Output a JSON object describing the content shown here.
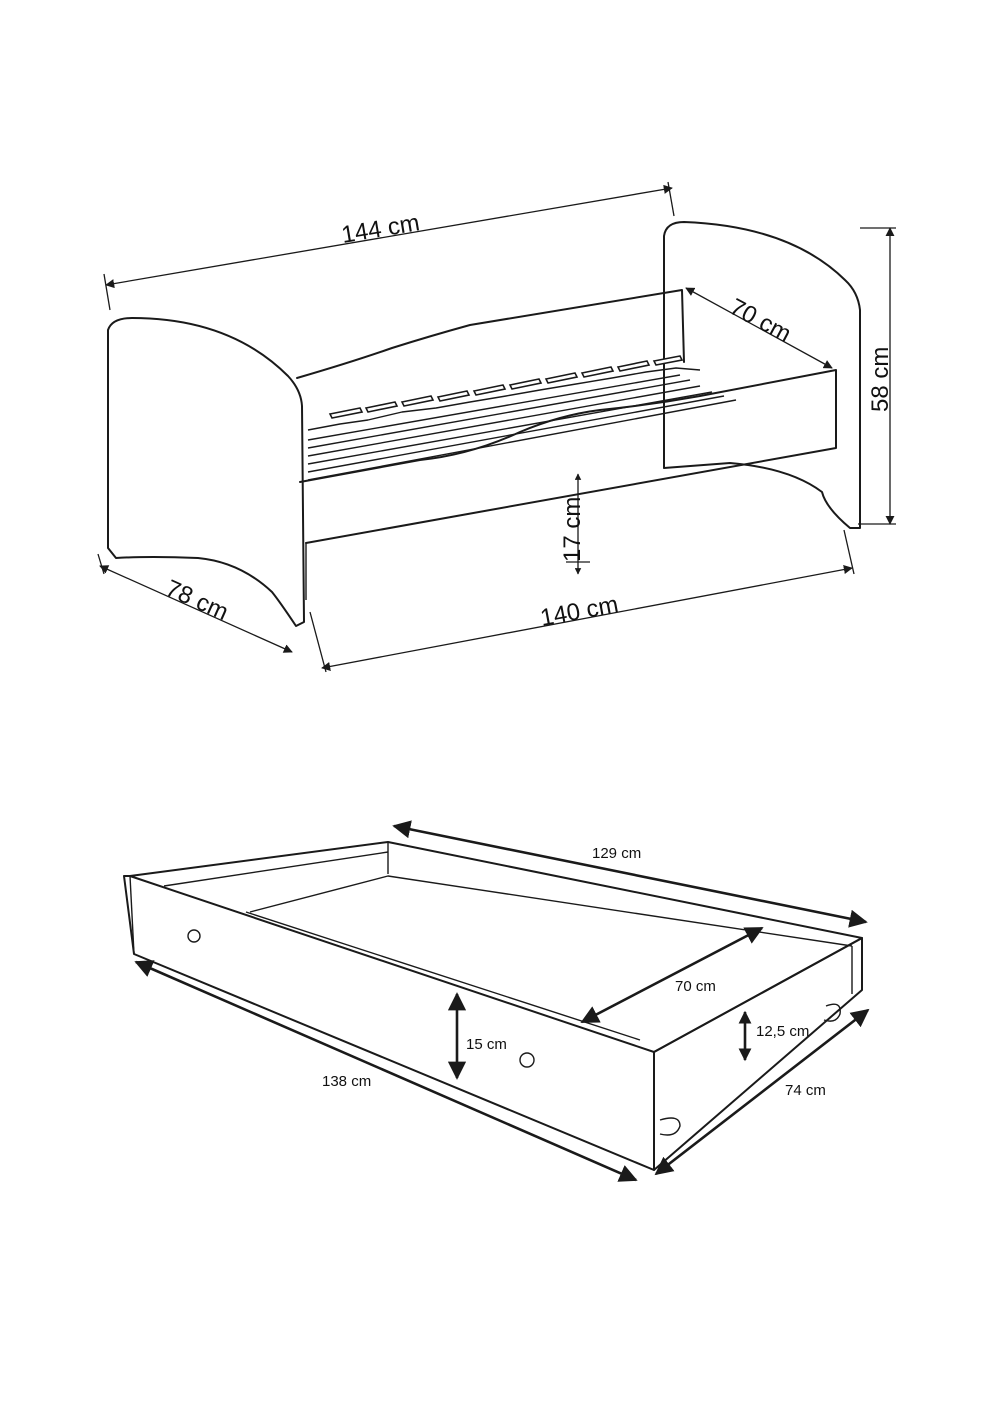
{
  "bed": {
    "dimensions": {
      "total_length": "144 cm",
      "mattress_width": "70 cm",
      "height": "58 cm",
      "side_rail_height": "17 cm",
      "mattress_length": "140 cm",
      "total_width": "78 cm"
    }
  },
  "drawer": {
    "dimensions": {
      "inner_length": "129 cm",
      "inner_width": "70 cm",
      "height": "15 cm",
      "rear_height": "12,5 cm",
      "outer_length": "138 cm",
      "outer_width": "74 cm"
    }
  }
}
